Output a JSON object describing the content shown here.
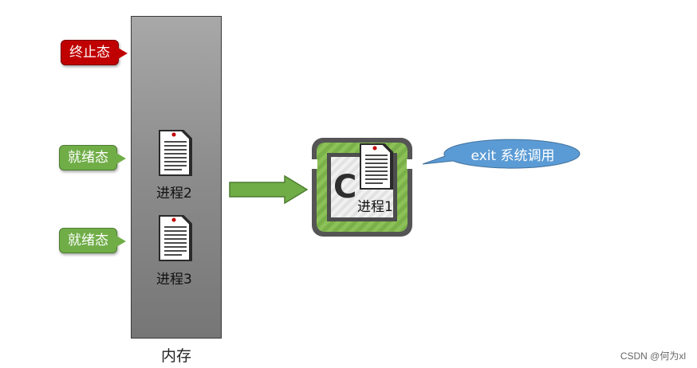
{
  "memory": {
    "label": "内存"
  },
  "states": {
    "terminated": "终止态",
    "ready_1": "就绪态",
    "ready_2": "就绪态"
  },
  "processes": {
    "p1": "进程1",
    "p2": "进程2",
    "p3": "进程3"
  },
  "cpu": {
    "text": "C"
  },
  "bubble": {
    "text": "exit 系统调用"
  },
  "watermark": "CSDN @何为xl",
  "colors": {
    "terminated": "#c00000",
    "ready": "#70ad47",
    "cpu": "#70ad47",
    "bubble": "#5b9bd5",
    "arrow": "#70ad47"
  }
}
